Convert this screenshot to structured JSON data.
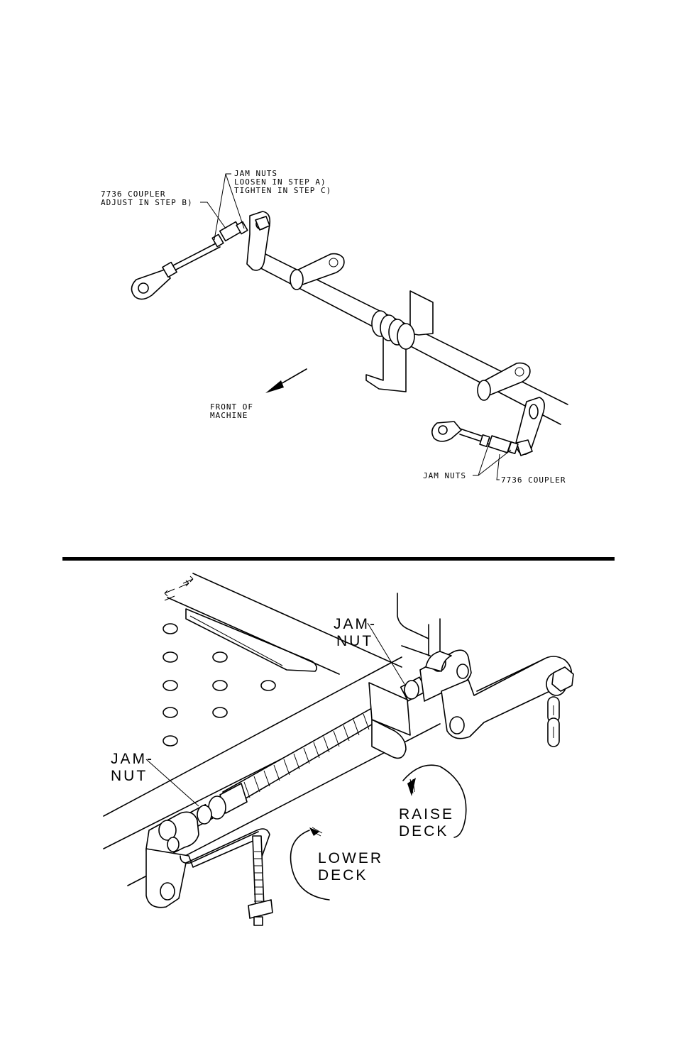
{
  "figure_top": {
    "jam_nuts_callout": {
      "line1": "JAM NUTS",
      "line2": "LOOSEN IN STEP A)",
      "line3": "TIGHTEN IN STEP C)"
    },
    "coupler_callout": {
      "line1": "7736 COUPLER",
      "line2": "ADJUST IN STEP B)"
    },
    "front_label": {
      "line1": "FRONT OF",
      "line2": "MACHINE"
    },
    "jam_nuts_lower": "JAM NUTS",
    "coupler_lower": "7736 COUPLER"
  },
  "figure_bottom": {
    "jam_nut_upper": {
      "line1": "JAM-",
      "line2": "NUT"
    },
    "jam_nut_lower": {
      "line1": "JAM-",
      "line2": "NUT"
    },
    "raise_deck": {
      "line1": "RAISE",
      "line2": "DECK"
    },
    "lower_deck": {
      "line1": "LOWER",
      "line2": "DECK"
    }
  }
}
